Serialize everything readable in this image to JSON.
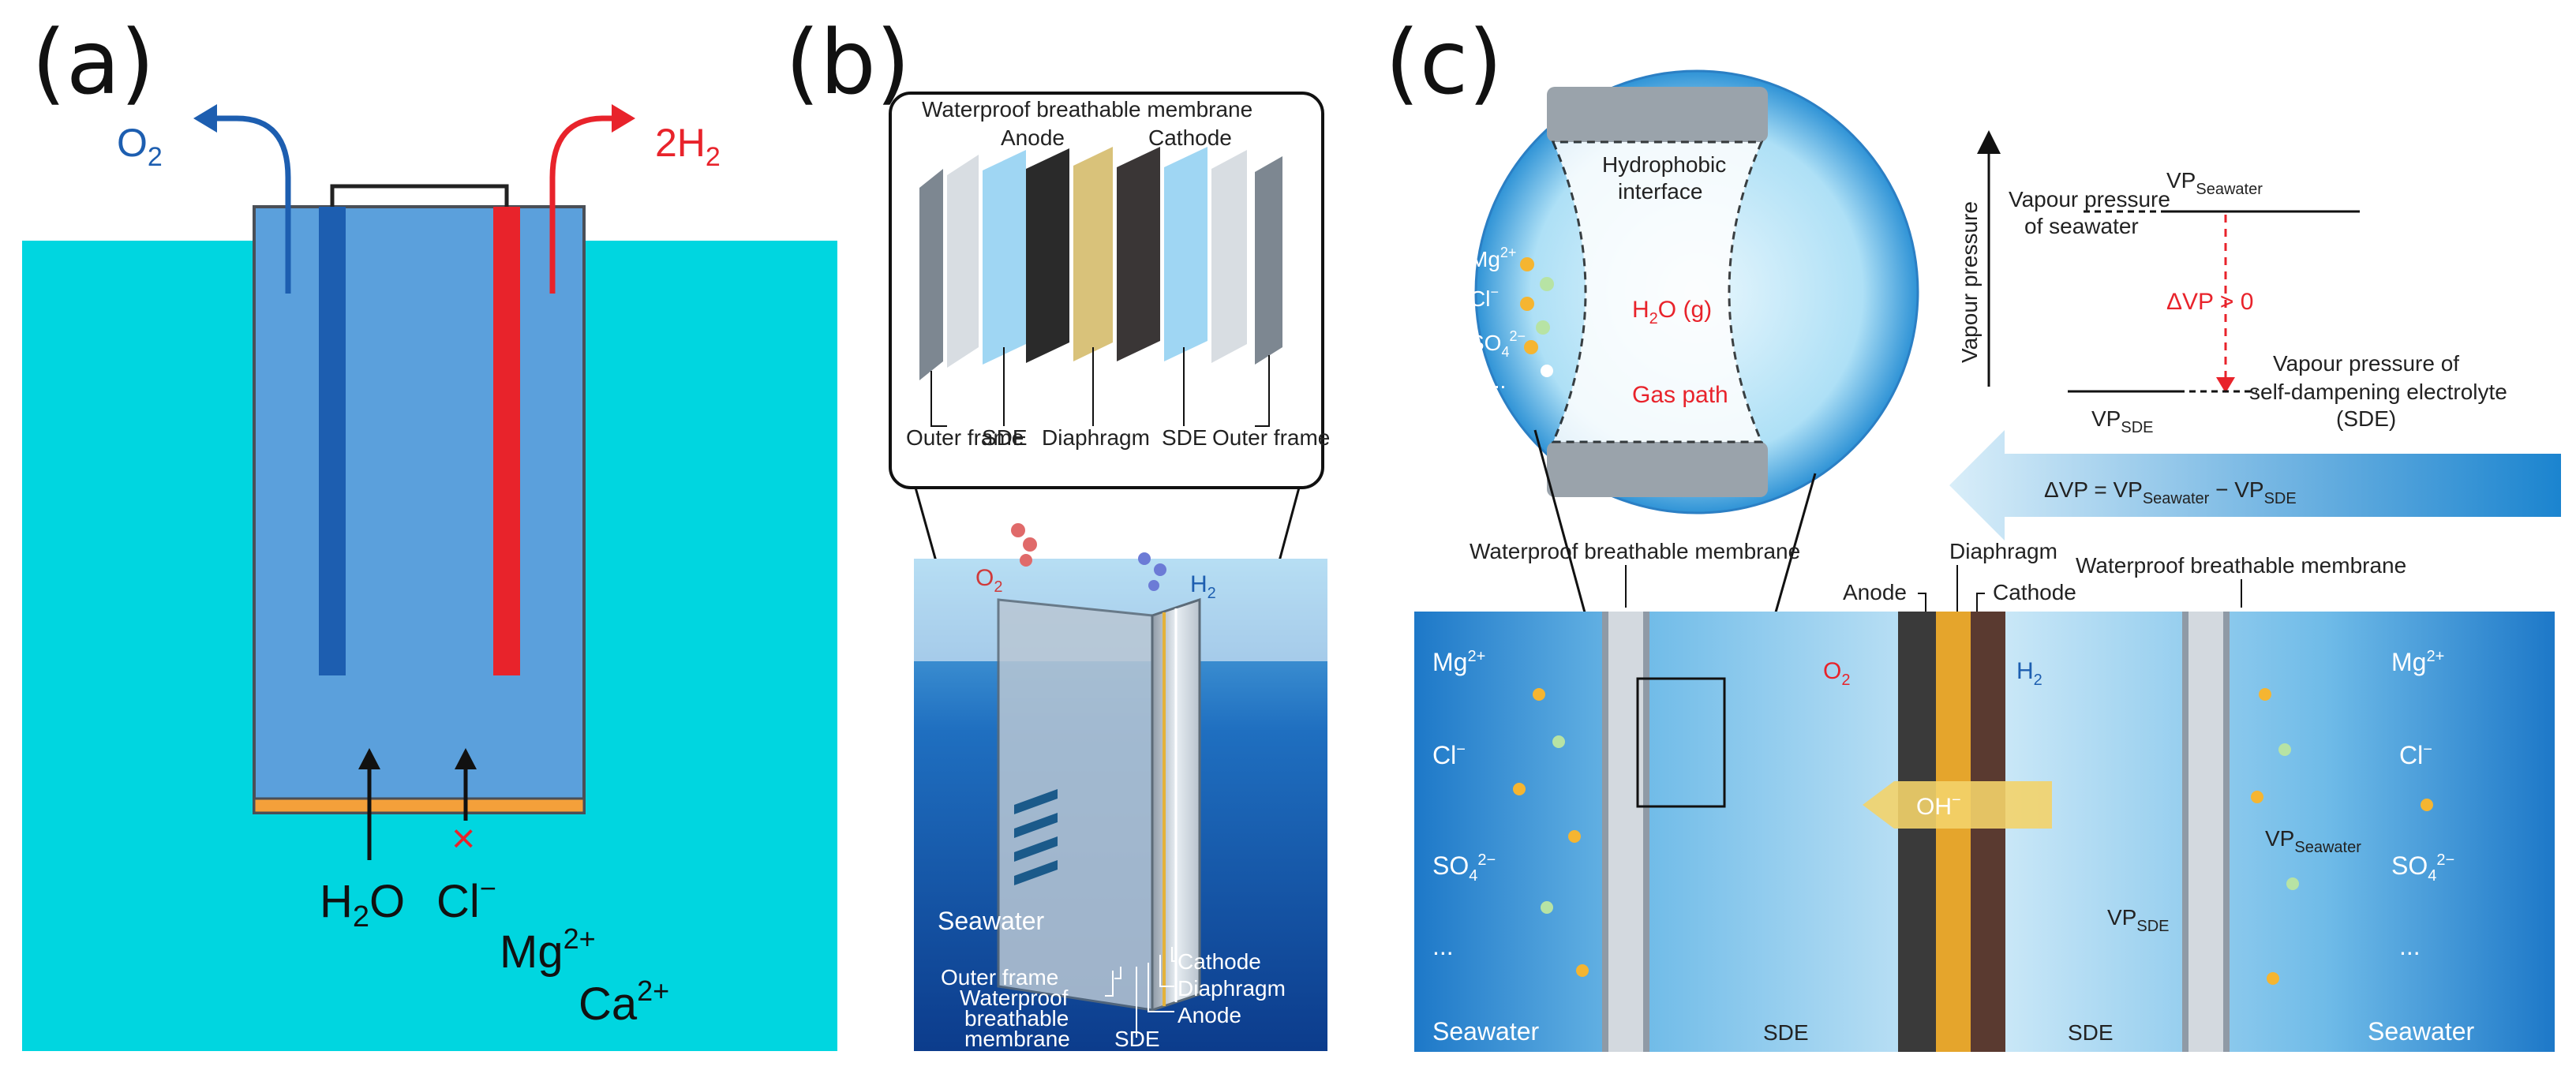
{
  "panels": {
    "a": {
      "label": "(a)",
      "o2": {
        "main": "O",
        "sub": "2"
      },
      "h2": {
        "prefix": "2H",
        "sub": "2"
      },
      "h2o": {
        "main": "H",
        "sub": "2",
        "end": "O"
      },
      "cl": {
        "main": "Cl",
        "sup": "−"
      },
      "mg": {
        "main": "Mg",
        "sup": "2+"
      },
      "ca": {
        "main": "Ca",
        "sup": "2+"
      },
      "blocked_mark": "×",
      "colors": {
        "seawater": "#00d6e0",
        "cell": "#5ba0dc",
        "anode": "#1d5eb0",
        "cathode": "#e8232b",
        "membrane": "#f4a03a"
      }
    },
    "b": {
      "label": "(b)",
      "zoom_labels": {
        "top1": "Waterproof breathable membrane",
        "anode": "Anode",
        "cathode": "Cathode",
        "outer_frame_l": "Outer frame",
        "sde_l": "SDE",
        "diaphragm": "Diaphragm",
        "sde_r": "SDE",
        "outer_frame_r": "Outer frame"
      },
      "o2": {
        "main": "O",
        "sub": "2"
      },
      "h2": {
        "main": "H",
        "sub": "2"
      },
      "seawater": "Seawater",
      "bottom_labels": {
        "cathode": "Cathode",
        "outer_frame": "Outer frame",
        "diaphragm": "Diaphragm",
        "waterproof": "Waterproof",
        "breathable": "breathable",
        "anode": "Anode",
        "membrane": "membrane",
        "sde": "SDE"
      }
    },
    "c": {
      "label": "(c)",
      "circle": {
        "hydrophobic": "Hydrophobic",
        "interface": "interface",
        "h2o_g": {
          "main": "H",
          "sub": "2",
          "end": "O (g)"
        },
        "gas_path": "Gas path",
        "mg": {
          "main": "Mg",
          "sup": "2+"
        },
        "cl": {
          "main": "Cl",
          "sup": "−"
        },
        "so4": {
          "main": "SO",
          "sub": "4",
          "sup": "2−"
        },
        "dots": "..."
      },
      "graph": {
        "ylabel": "Vapour pressure",
        "vp_seawater": {
          "main": "VP",
          "sub": "Seawater"
        },
        "vp_sea_text1": "Vapour pressure",
        "vp_sea_text2": "of seawater",
        "dvp": "ΔVP > 0",
        "vp_sde_text1": "Vapour pressure of",
        "vp_sde_text2": "self-dampening electrolyte",
        "vp_sde_text3": "(SDE)",
        "vp_sde": {
          "main": "VP",
          "sub": "SDE"
        },
        "equation": {
          "a": "ΔVP = VP",
          "b": "Seawater",
          "c": " − VP",
          "d": "SDE"
        }
      },
      "labels": {
        "wbm_left": "Waterproof breathable membrane",
        "diaphragm": "Diaphragm",
        "wbm_right": "Waterproof breathable membrane",
        "anode": "Anode",
        "cathode": "Cathode",
        "o2": {
          "main": "O",
          "sub": "2"
        },
        "h2": {
          "main": "H",
          "sub": "2"
        },
        "oh": {
          "main": "OH",
          "sup": "−"
        },
        "mg_l": {
          "main": "Mg",
          "sup": "2+"
        },
        "cl_l": {
          "main": "Cl",
          "sup": "−"
        },
        "so4_l": {
          "main": "SO",
          "sub": "4",
          "sup": "2−"
        },
        "dots_l": "...",
        "seawater_l": "Seawater",
        "sde_l": "SDE",
        "sde_r": "SDE",
        "mg_r": {
          "main": "Mg",
          "sup": "2+"
        },
        "cl_r": {
          "main": "Cl",
          "sup": "−"
        },
        "so4_r": {
          "main": "SO",
          "sub": "4",
          "sup": "2−"
        },
        "dots_r": "...",
        "seawater_r": "Seawater",
        "vp_sea": {
          "main": "VP",
          "sub": "Seawater"
        },
        "vp_sde": {
          "main": "VP",
          "sub": "SDE"
        }
      }
    }
  }
}
